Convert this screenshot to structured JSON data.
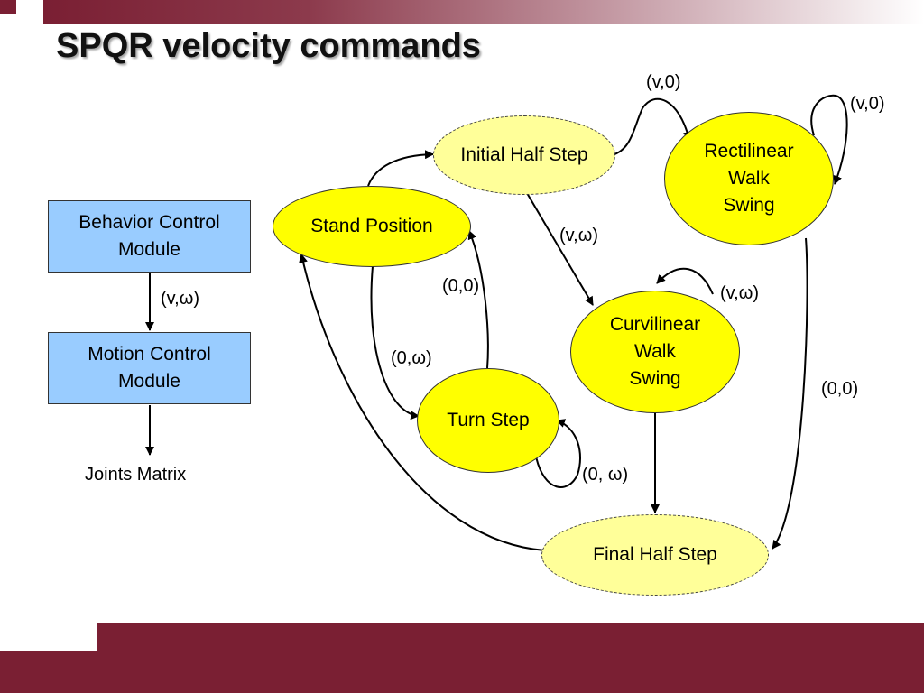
{
  "title": "SPQR velocity commands",
  "modules": {
    "behavior_control": "Behavior Control\nModule",
    "motion_control": "Motion Control\nModule",
    "joints_matrix": "Joints Matrix",
    "arrow_label": "(v,ω)"
  },
  "states": {
    "stand_position": "Stand Position",
    "initial_half_step": "Initial Half Step",
    "rectilinear_walk_swing": "Rectilinear\nWalk\nSwing",
    "curvilinear_walk_swing": "Curvilinear\nWalk\nSwing",
    "turn_step": "Turn Step",
    "final_half_step": "Final Half Step"
  },
  "transitions": {
    "initial_to_rectilinear": "(v,0)",
    "rectilinear_self": "(v,0)",
    "initial_to_curvilinear": "(v,ω)",
    "curvilinear_self": "(v,ω)",
    "turn_to_stand": "(0,0)",
    "stand_to_turn": "(0,ω)",
    "rectilinear_to_final": "(0,0)",
    "turn_self": "(0, ω)"
  },
  "colors": {
    "brand": "#7a1f33",
    "module_fill": "#99ccff",
    "state_fill": "#ffff00",
    "half_step_fill": "#ffff99"
  }
}
